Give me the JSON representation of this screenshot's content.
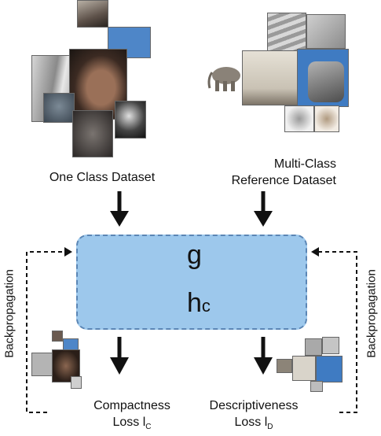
{
  "one_class": {
    "label": "One Class Dataset"
  },
  "multi_class": {
    "label_line1": "Multi-Class",
    "label_line2": "Reference Dataset"
  },
  "model": {
    "g": "g",
    "h": "h",
    "h_sub": "c"
  },
  "compactness": {
    "line1": "Compactness",
    "line2": "Loss l",
    "sub": "C"
  },
  "descriptiveness": {
    "line1": "Descriptiveness",
    "line2": "Loss l",
    "sub": "D"
  },
  "backprop": {
    "left": "Backpropagation",
    "right": "Backpropagation"
  }
}
